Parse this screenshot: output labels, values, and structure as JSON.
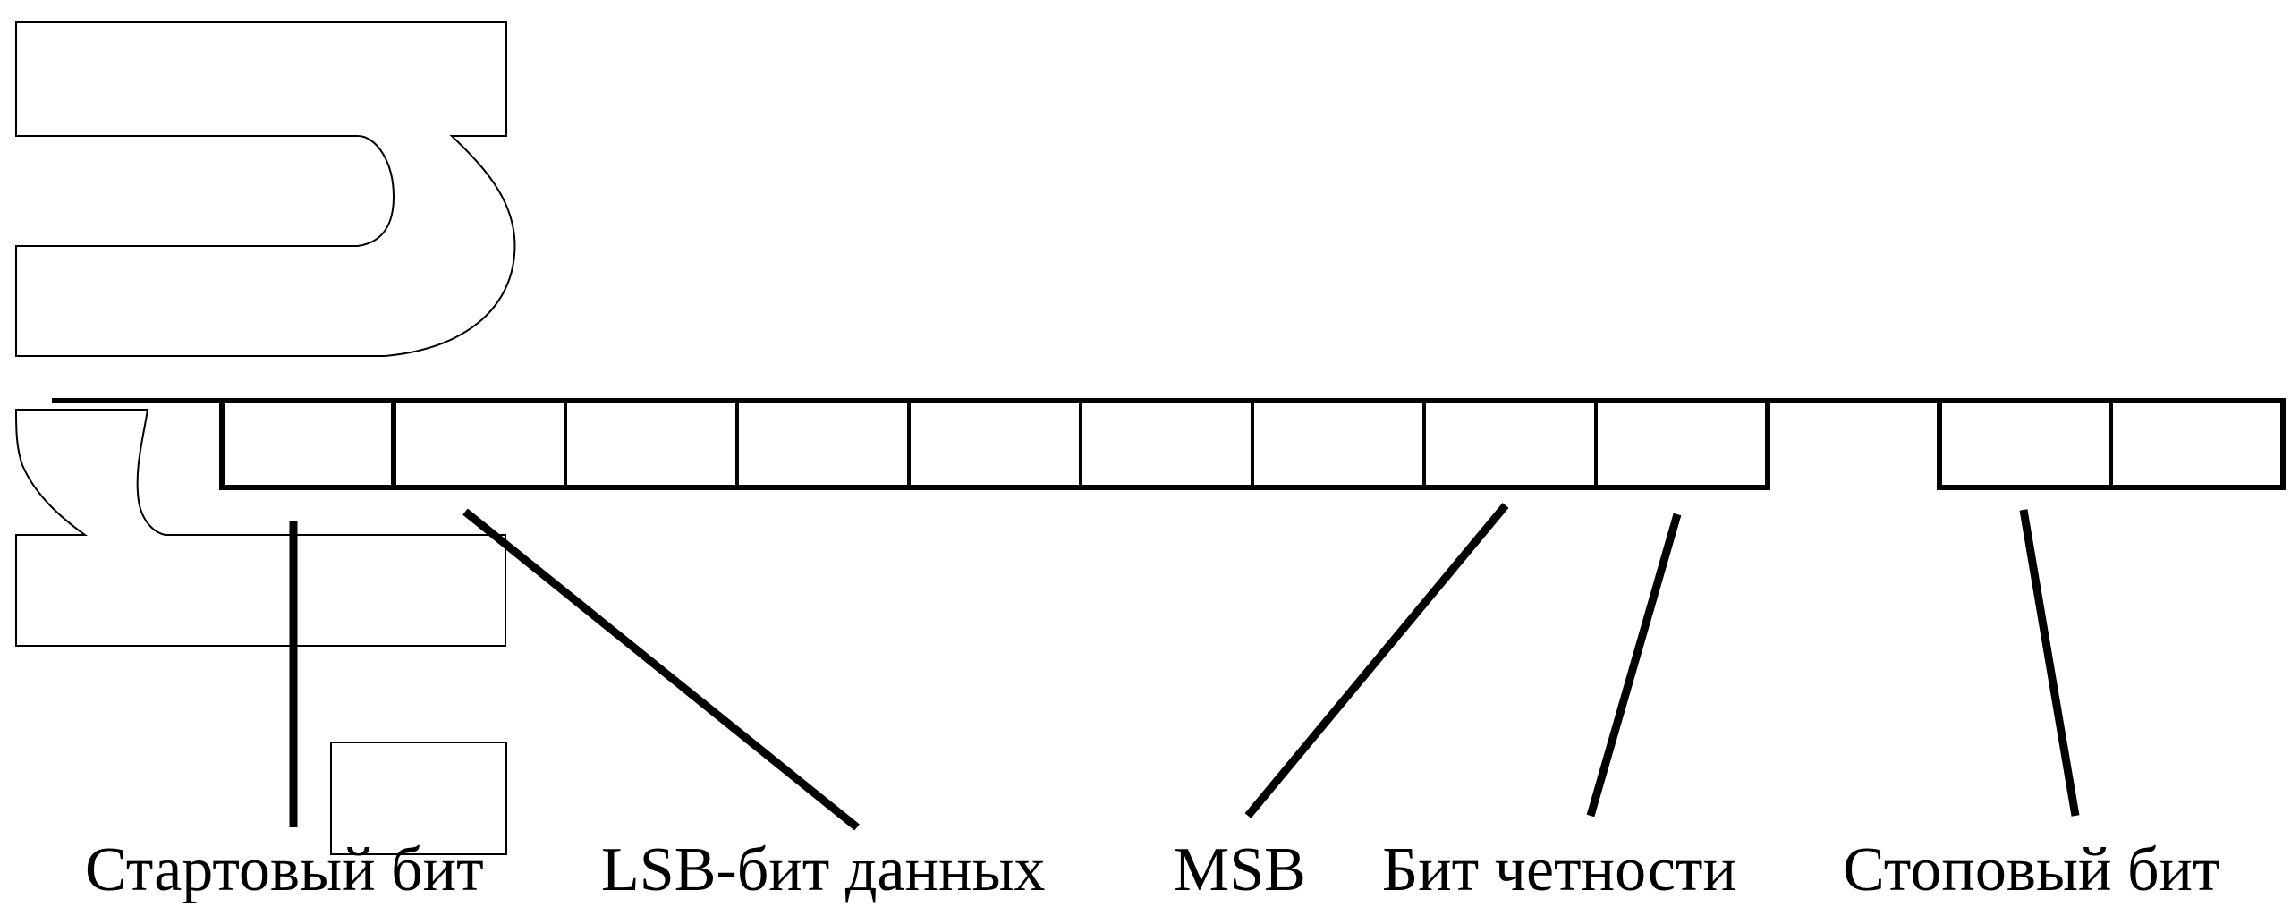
{
  "colors": {
    "background": "#ffffff",
    "line": "#000000"
  },
  "frame": {
    "idle_level": "high",
    "start_bits": 1,
    "data_bits": 7,
    "parity_bits": 1,
    "gap_bits": 1,
    "stop_bits": 2
  },
  "labels": {
    "start_bit": "Стартовый бит",
    "lsb": "LSB-бит данных",
    "msb": "MSB",
    "parity_bit": "Бит четности",
    "stop_bit": "Стоповый бит"
  }
}
